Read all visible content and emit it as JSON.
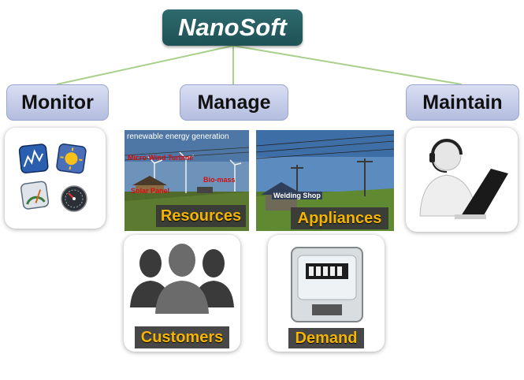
{
  "root": {
    "label": "NanoSoft"
  },
  "categories": {
    "monitor": "Monitor",
    "manage": "Manage",
    "maintain": "Maintain"
  },
  "manage_items": {
    "resources": {
      "label": "Resources",
      "scene_title": "renewable energy generation",
      "scene_tag_turbine": "Micro Wind Turbine",
      "scene_tag_bio": "Bio-mass",
      "scene_tag_solar": "Solar Panel"
    },
    "appliances": {
      "label": "Appliances",
      "scene_tag_shop": "Welding Shop"
    },
    "customers": {
      "label": "Customers"
    },
    "demand": {
      "label": "Demand"
    }
  },
  "colors": {
    "root_fill": "#245c60",
    "category_fill": "#c6cdea",
    "connector": "#a8d08a",
    "label_text": "#f5b400"
  },
  "icons": [
    "chart-icon",
    "sun-icon",
    "gauge-icon",
    "meter-dial-icon",
    "support-agent-icon",
    "people-icon",
    "electric-meter-icon"
  ]
}
